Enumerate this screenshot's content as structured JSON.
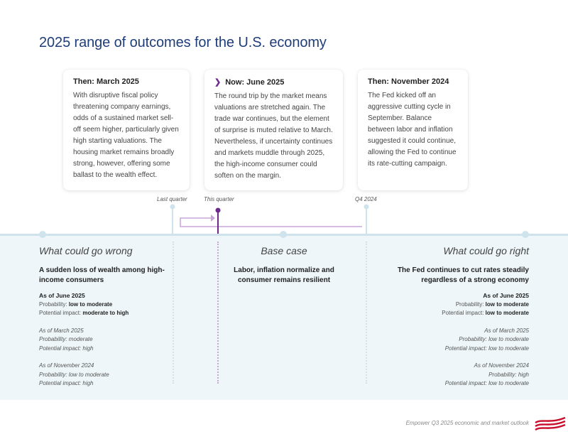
{
  "title": "2025 range of outcomes for the U.S. economy",
  "cards": [
    {
      "title": "Then: March 2025",
      "body": "With disruptive fiscal policy threatening company earnings, odds of a sustained market sell-off seem higher, particularly given high starting valuations. The housing market remains broadly strong, however, offering some ballast to the wealth effect."
    },
    {
      "title": "Now: June 2025",
      "body": "The round trip by the market means valuations are stretched again. The trade war continues, but the element of surprise is muted relative to March. Nevertheless, if uncertainty continues and markets muddle through 2025, the high-income consumer could soften on the margin."
    },
    {
      "title": "Then: November 2024",
      "body": "The Fed kicked off an aggressive cutting cycle in September. Balance between labor and inflation suggested it could continue, allowing the Fed to continue its rate-cutting campaign."
    }
  ],
  "timeline": {
    "last_quarter": "Last quarter",
    "this_quarter": "This quarter",
    "q4": "Q4 2024"
  },
  "columns": {
    "wrong": {
      "head": "What could go wrong",
      "sub": "A sudden loss of wealth among high-income consumers",
      "current": {
        "as_of": "As of June 2025",
        "prob_label": "Probability:",
        "prob": "low to moderate",
        "impact_label": "Potential impact:",
        "impact": "moderate to high"
      },
      "history": [
        {
          "as_of": "As of March 2025",
          "prob": "Probability: moderate",
          "impact": "Potential impact: high"
        },
        {
          "as_of": "As of November 2024",
          "prob": "Probability: low to moderate",
          "impact": "Potential impact: high"
        }
      ]
    },
    "base": {
      "head": "Base case",
      "sub": "Labor, inflation normalize and consumer remains resilient"
    },
    "right": {
      "head": "What could go right",
      "sub": "The Fed continues to cut rates steadily regardless of a strong economy",
      "current": {
        "as_of": "As of June 2025",
        "prob_label": "Probability:",
        "prob": "low to moderate",
        "impact_label": "Potential impact:",
        "impact": "low to moderate"
      },
      "history": [
        {
          "as_of": "As of March 2025",
          "prob": "Probability: low to moderate",
          "impact": "Potential impact: low to moderate"
        },
        {
          "as_of": "As of November 2024",
          "prob": "Probability: high",
          "impact": "Potential impact: low to moderate"
        }
      ]
    }
  },
  "footer": "Empower Q3 2025 economic and market outlook",
  "colors": {
    "accent": "#6d2c8c",
    "accent_light": "#c9a6d9",
    "axis": "#cfe3ec",
    "band": "#eef6f9",
    "title": "#1f3d7a",
    "flag": "#c8102e"
  }
}
